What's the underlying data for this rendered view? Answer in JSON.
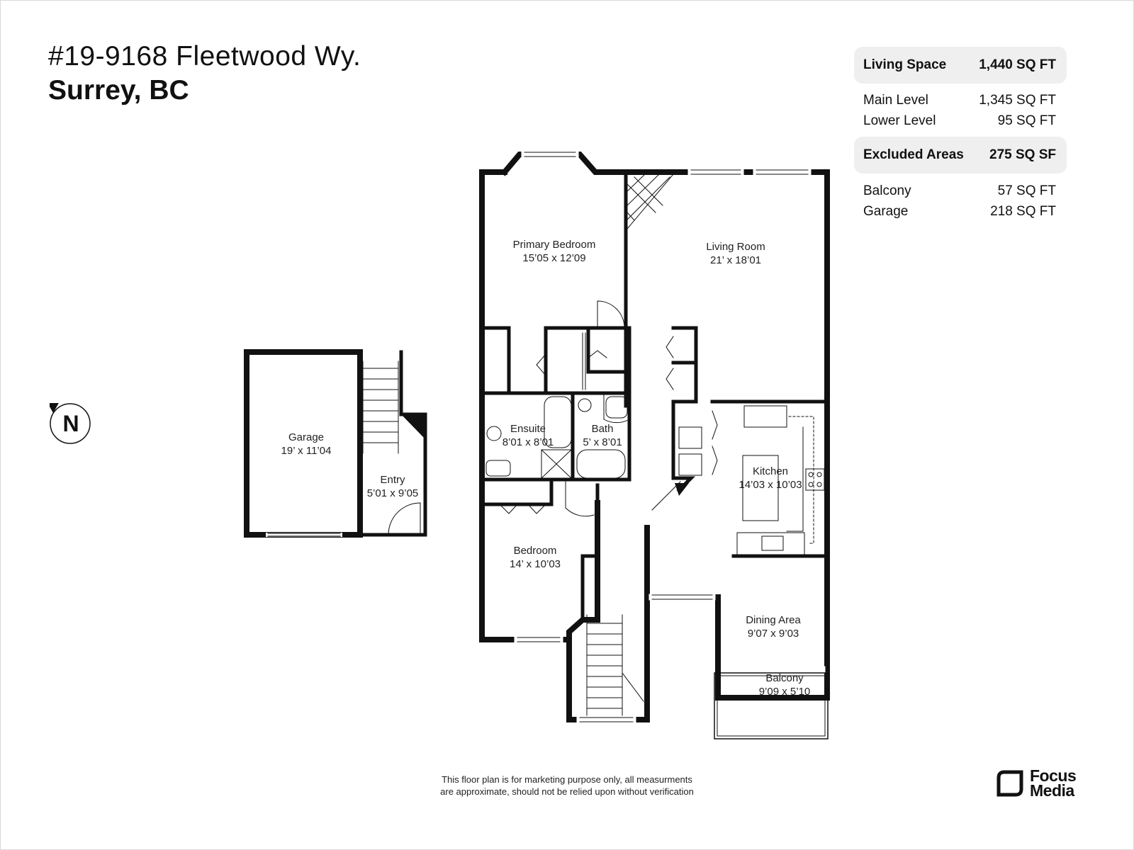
{
  "address": {
    "line1": "#19-9168 Fleetwood Wy.",
    "line2": "Surrey, BC"
  },
  "summary": {
    "living": {
      "label": "Living Space",
      "value": "1,440 SQ FT"
    },
    "levels": [
      {
        "label": "Main Level",
        "value": "1,345 SQ FT"
      },
      {
        "label": "Lower Level",
        "value": "95 SQ FT"
      }
    ],
    "excluded": {
      "label": "Excluded Areas",
      "value": "275 SQ SF"
    },
    "excluded_items": [
      {
        "label": "Balcony",
        "value": "57 SQ FT"
      },
      {
        "label": "Garage",
        "value": "218 SQ FT"
      }
    ]
  },
  "rooms": {
    "primary_bedroom": {
      "name": "Primary Bedroom",
      "dims": "15’05 x 12’09"
    },
    "living_room": {
      "name": "Living Room",
      "dims": "21’ x 18’01"
    },
    "garage": {
      "name": "Garage",
      "dims": "19’ x 11’04"
    },
    "entry": {
      "name": "Entry",
      "dims": "5’01 x 9’05"
    },
    "ensuite": {
      "name": "Ensuite",
      "dims": "8’01 x 8’01"
    },
    "bath": {
      "name": "Bath",
      "dims": "5’ x 8’01"
    },
    "kitchen": {
      "name": "Kitchen",
      "dims": "14’03 x 10’03"
    },
    "bedroom": {
      "name": "Bedroom",
      "dims": "14’ x 10’03"
    },
    "dining": {
      "name": "Dining Area",
      "dims": "9’07 x 9’03"
    },
    "balcony": {
      "name": "Balcony",
      "dims": "9’09 x 5’10"
    }
  },
  "compass": {
    "letter": "N"
  },
  "disclaimer": {
    "line1": "This floor plan is for marketing purpose only, all measurments",
    "line2": "are approximate, should not be relied upon without verification"
  },
  "brand": {
    "line1": "Focus",
    "line2": "Media"
  }
}
